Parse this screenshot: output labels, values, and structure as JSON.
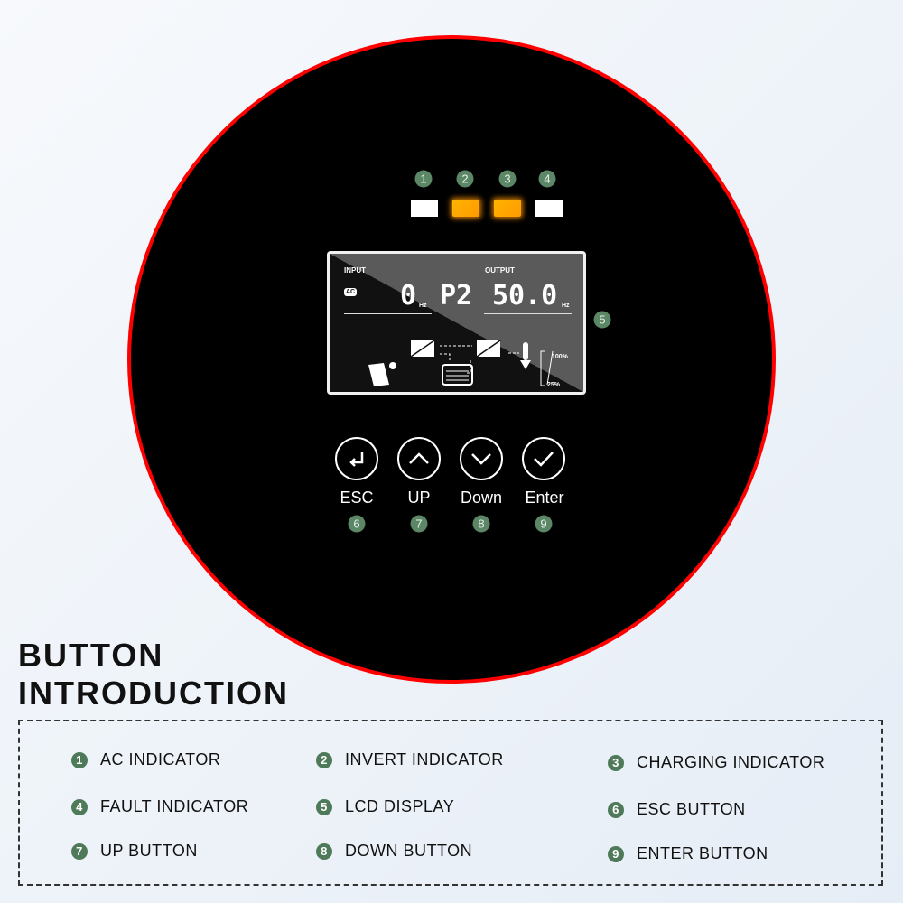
{
  "indicators": [
    {
      "number": "1",
      "color": "#ffffff"
    },
    {
      "number": "2",
      "color": "#ffa800"
    },
    {
      "number": "3",
      "color": "#ffa800"
    },
    {
      "number": "4",
      "color": "#ffffff"
    }
  ],
  "lcd": {
    "number": "5",
    "input_label": "INPUT",
    "output_label": "OUTPUT",
    "ac_label": "AC",
    "input_value": "0",
    "input_unit": "Hz",
    "mode": "P2",
    "output_value": "50.0",
    "output_unit": "Hz",
    "load_max": "100%",
    "load_min": "25%"
  },
  "buttons": [
    {
      "label": "ESC",
      "number": "6",
      "icon": "enter-return-icon"
    },
    {
      "label": "UP",
      "number": "7",
      "icon": "chevron-up-icon"
    },
    {
      "label": "Down",
      "number": "8",
      "icon": "chevron-down-icon"
    },
    {
      "label": "Enter",
      "number": "9",
      "icon": "checkmark-icon"
    }
  ],
  "title": {
    "line1": "BUTTON",
    "line2": "INTRODUCTION"
  },
  "legend": [
    {
      "number": "1",
      "label": "AC INDICATOR"
    },
    {
      "number": "2",
      "label": "INVERT INDICATOR"
    },
    {
      "number": "3",
      "label": "CHARGING INDICATOR"
    },
    {
      "number": "4",
      "label": "FAULT INDICATOR"
    },
    {
      "number": "5",
      "label": "LCD DISPLAY"
    },
    {
      "number": "6",
      "label": "ESC BUTTON"
    },
    {
      "number": "7",
      "label": "UP BUTTON"
    },
    {
      "number": "8",
      "label": "DOWN BUTTON"
    },
    {
      "number": "9",
      "label": "ENTER BUTTON"
    }
  ]
}
